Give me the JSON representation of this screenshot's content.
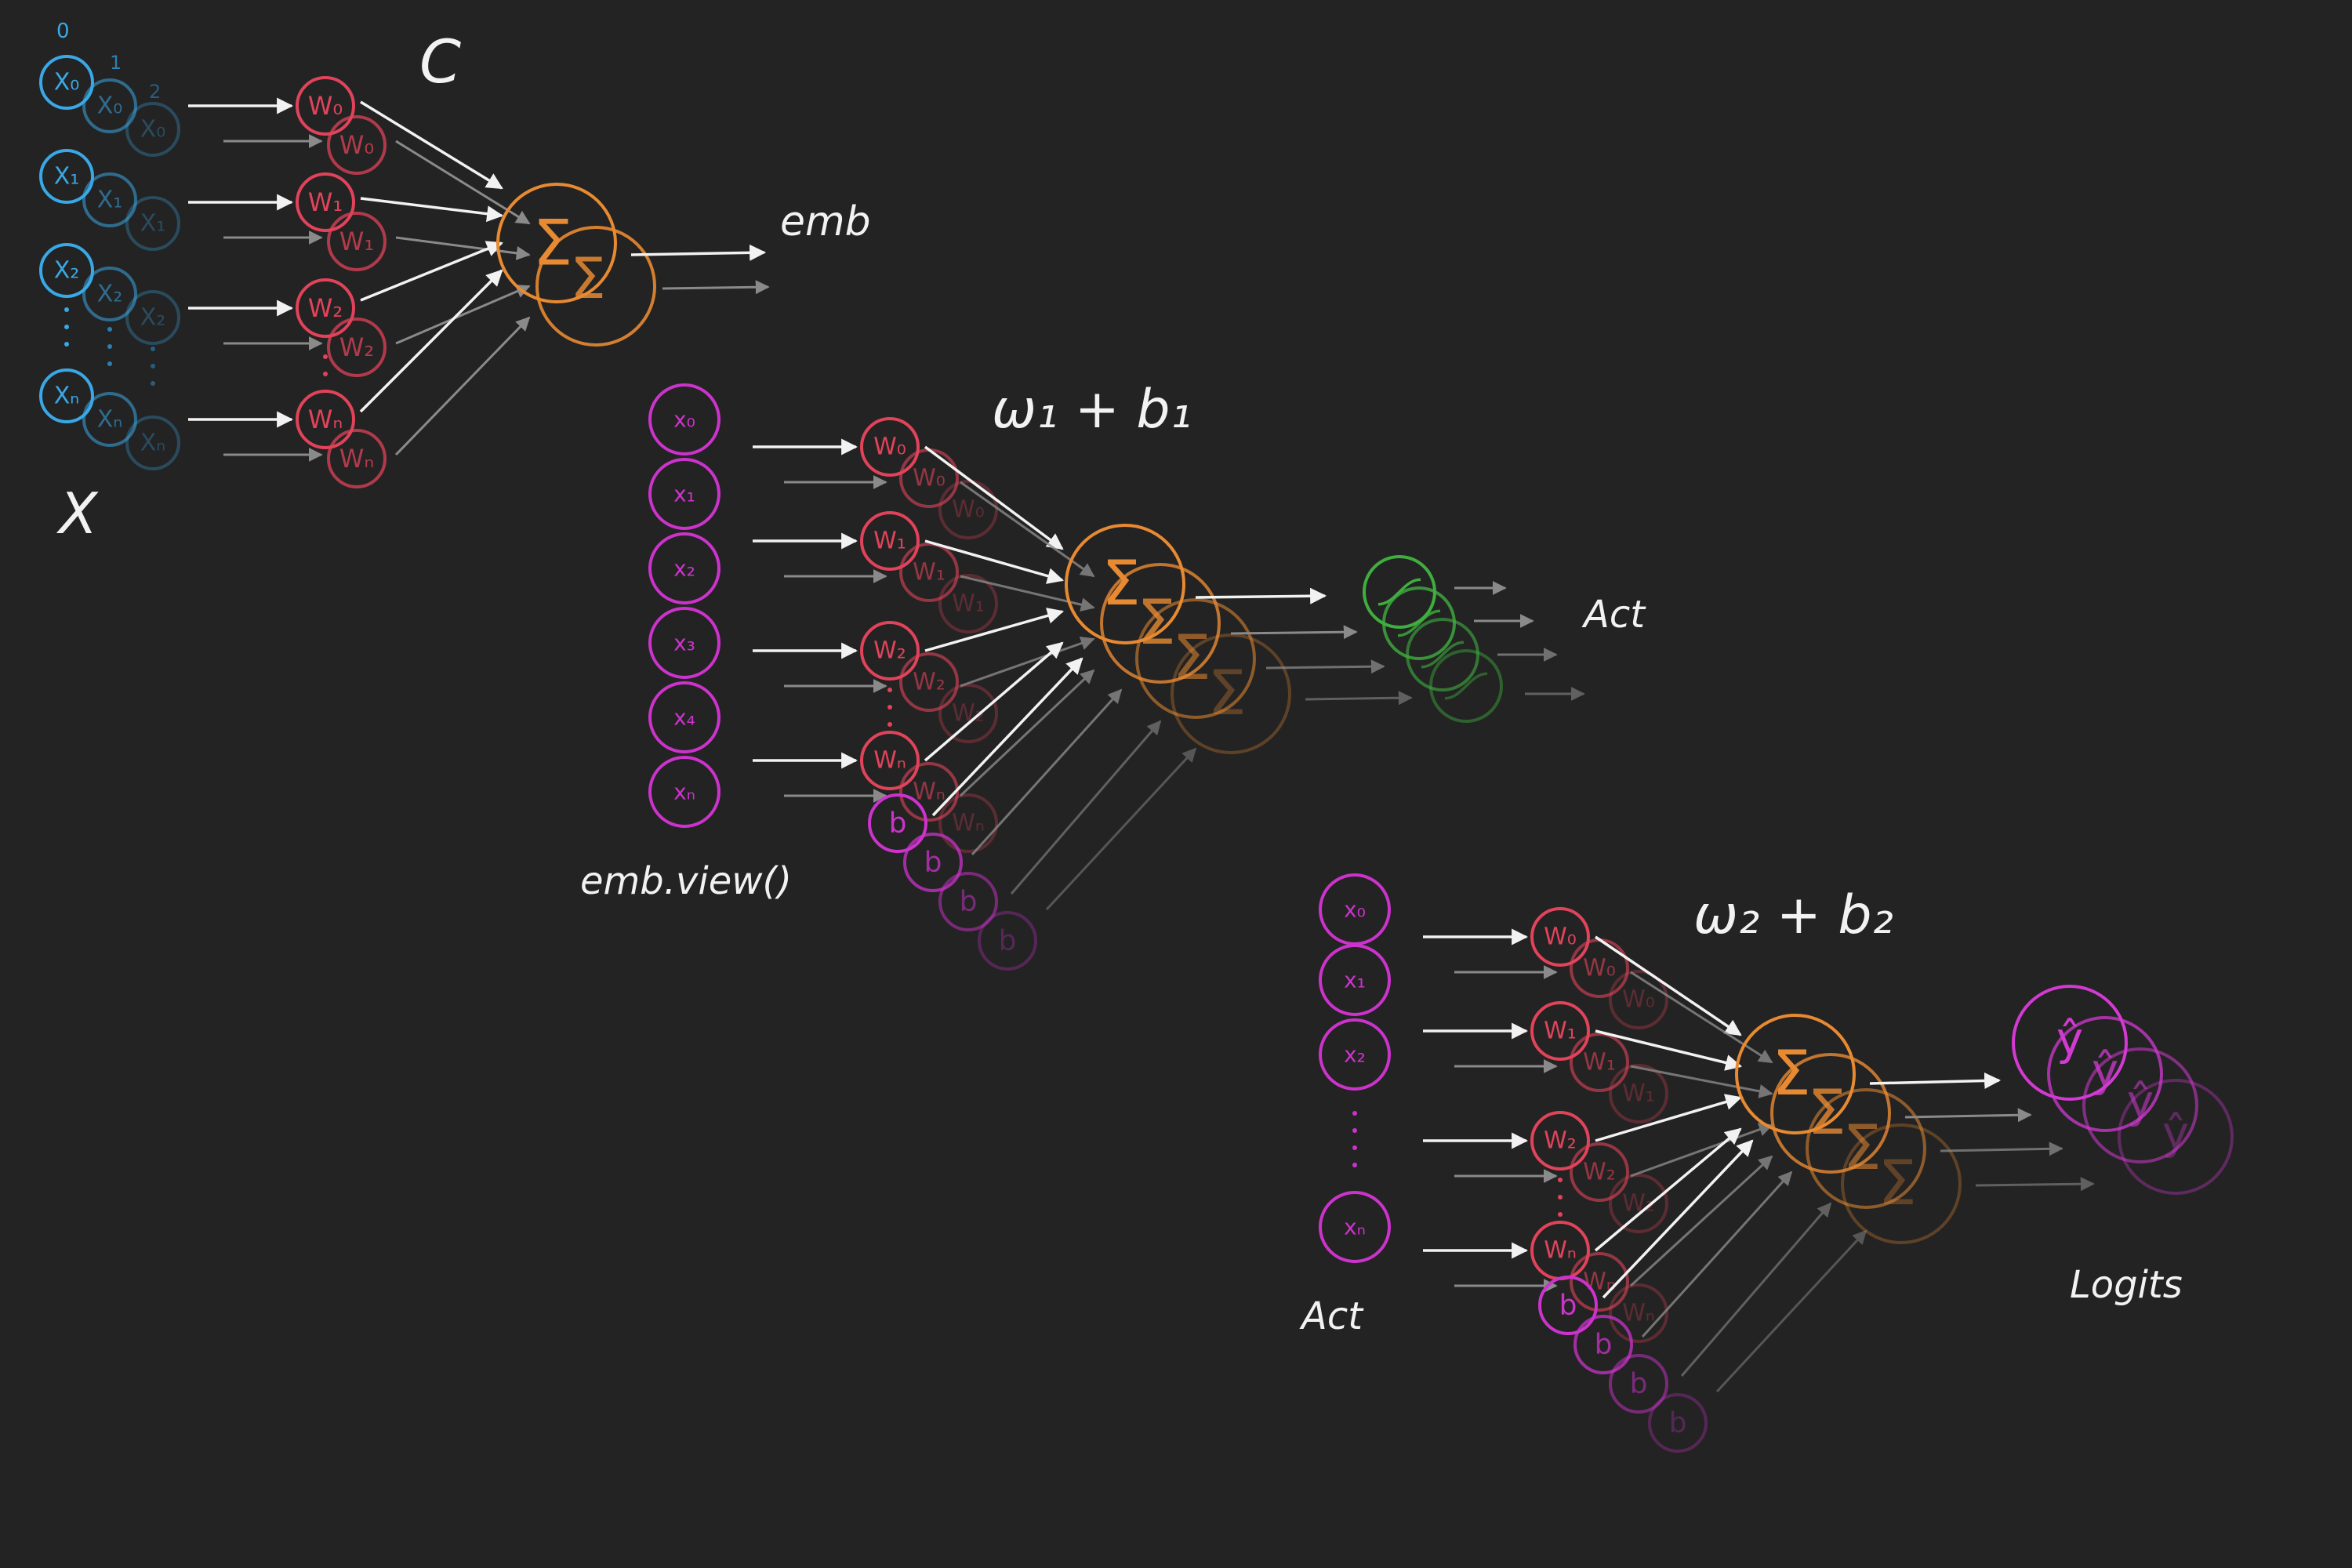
{
  "colors": {
    "background": "#232323",
    "input": "#3aa8e6",
    "weight": "#e0435a",
    "sum": "#e88a32",
    "bias": "#cc33cc",
    "activation": "#3fae3f",
    "output": "#d23ad2",
    "white_arrow": "#f2f2f2",
    "gray_arrow": "#8a8a8a",
    "label": "#f2f2f2"
  },
  "icons": {
    "sum": "sigma-icon",
    "activation": "sigmoid-curve-icon"
  },
  "stage1": {
    "title": "C",
    "input_label": "X",
    "output_label": "emb",
    "index_labels": [
      "0",
      "1",
      "2"
    ],
    "inputs": [
      "X₀",
      "X₁",
      "X₂",
      "Xₙ"
    ],
    "weights": [
      "W₀",
      "W₁",
      "W₂",
      "Wₙ"
    ],
    "sum_symbol": "Σ"
  },
  "stage2": {
    "title": "ω₁ + b₁",
    "input_label": "emb.view()",
    "output_label": "Act",
    "inputs": [
      "x₀",
      "x₁",
      "x₂",
      "x₃",
      "x₄",
      "xₙ"
    ],
    "weights": [
      "W₀",
      "W₁",
      "W₂",
      "Wₙ"
    ],
    "bias": "b",
    "sum_symbol": "Σ"
  },
  "stage3": {
    "title": "ω₂ + b₂",
    "input_label": "Act",
    "output_label": "Logits",
    "inputs": [
      "x₀",
      "x₁",
      "x₂",
      "xₙ"
    ],
    "weights": [
      "W₀",
      "W₁",
      "W₂",
      "Wₙ"
    ],
    "bias": "b",
    "sum_symbol": "Σ",
    "output_symbol": "ŷ"
  }
}
